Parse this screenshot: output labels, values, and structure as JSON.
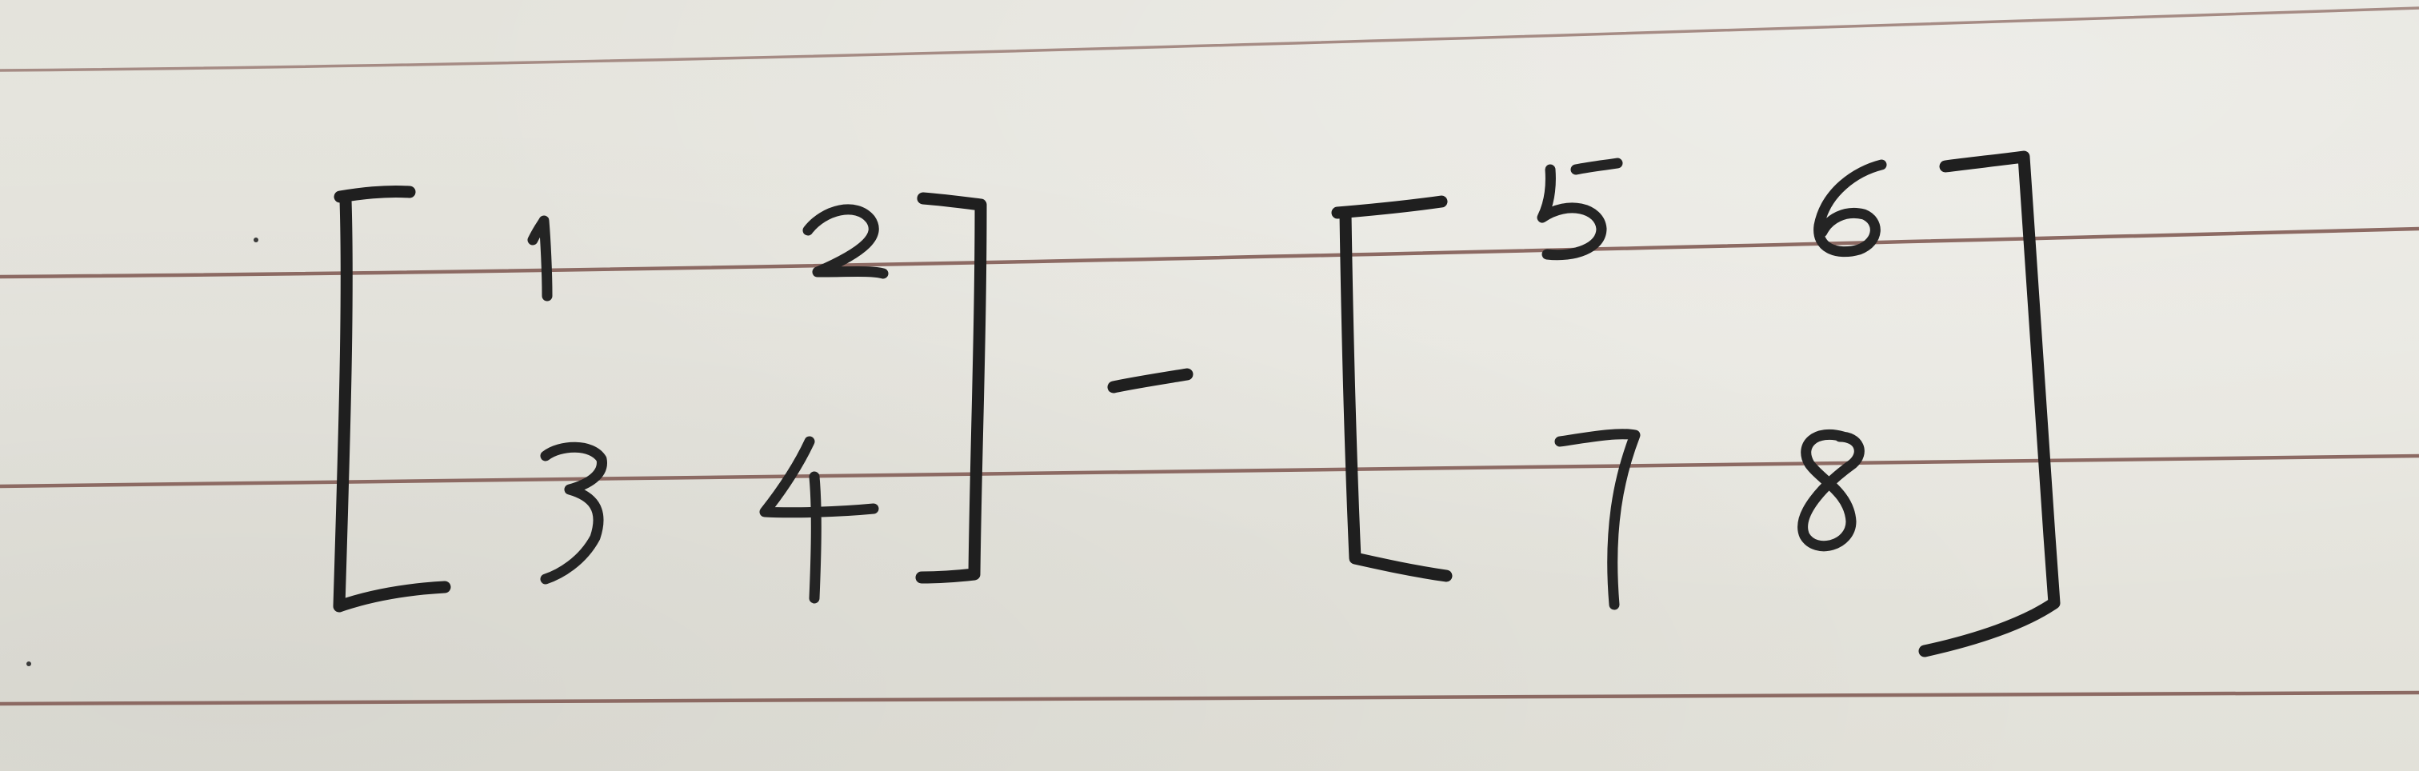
{
  "note": {
    "expression": {
      "left_matrix": [
        [
          "1",
          "2"
        ],
        [
          "3",
          "4"
        ]
      ],
      "operator": "−",
      "right_matrix": [
        [
          "5",
          "6"
        ],
        [
          "7",
          "8"
        ]
      ]
    }
  },
  "colors": {
    "paper": "#e6e5de",
    "ink": "#242424",
    "ruled_line": "#8c6a63"
  }
}
